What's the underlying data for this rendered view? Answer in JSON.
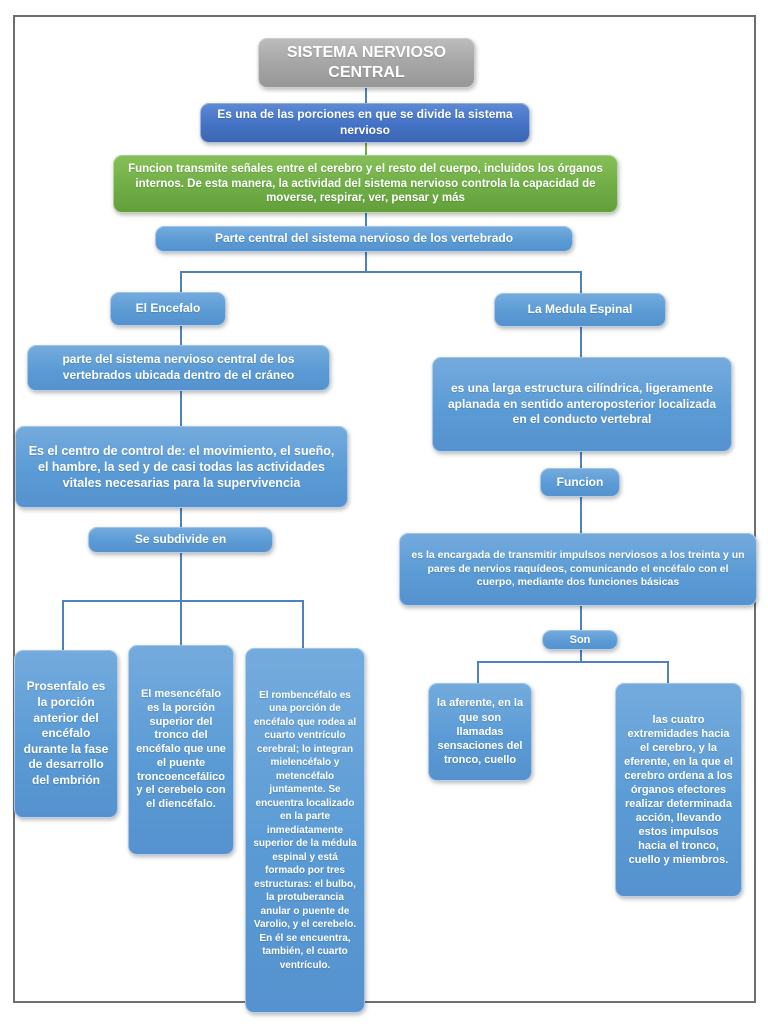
{
  "document": {
    "type": "concept-map",
    "language": "es",
    "topic": "Sistema Nervioso Central"
  },
  "colors": {
    "gray_box": "#a8a8a8",
    "navy_box": "#4472c4",
    "green_box": "#70ad47",
    "blue_box": "#5b9bd5",
    "connector_blue": "#4f81bd",
    "connector_green": "#70ad47",
    "page_border": "#6e6e6e",
    "text": "#ffffff"
  },
  "nodes": {
    "title": "SISTEMA NERVIOSO CENTRAL",
    "intro": "Es una de las porciones en que se divide la sistema nervioso",
    "funcion_main": "Funcion transmite señales entre el cerebro y el resto del cuerpo, incluidos los órganos internos. De esta manera, la actividad del sistema nervioso controla la capacidad de moverse, respirar, ver, pensar y más",
    "parte_central": "Parte central del sistema nervioso de los vertebrado",
    "encefalo": "El Encefalo",
    "medula": "La Medula Espinal",
    "encefalo_desc": "parte del sistema nervioso central de los vertebrados ubicada dentro de el cráneo",
    "medula_desc": "es una larga estructura cilíndrica, ligeramente aplanada en sentido anteroposterior localizada en el conducto vertebral",
    "centro_control": "Es el centro de control de: el movimiento, el sueño, el hambre, la sed y de casi todas las actividades vitales necesarias para la supervivencia",
    "funcion_sub": "Funcion",
    "subdivide": "Se subdivide en",
    "encargada": "es la encargada de transmitir impulsos nerviosos a los treinta y un pares de nervios raquídeos, comunicando el encéfalo con el cuerpo, mediante dos funciones básicas",
    "son": "Son",
    "prosenfalo": "Prosenfalo es la porción anterior del encéfalo durante la fase de desarrollo del embrión",
    "mesencefalo": "El mesencéfalo es la porción superior del tronco del encéfalo que une el puente troncoencefálico y el cerebelo con el diencéfalo.",
    "rombencefalo": "El rombencéfalo es una porción de encéfalo que rodea al cuarto ventrículo cerebral; lo integran mielencéfalo y metencéfalo juntamente. Se encuentra localizado en la parte inmediatamente superior de la médula espinal y está formado por tres estructuras: el bulbo, la protuberancia anular o puente de Varolio, y el cerebelo. En él se encuentra, también, el cuarto ventrículo.",
    "aferente": "la aferente, en la que son llamadas sensaciones del tronco, cuello",
    "eferente": "las cuatro extremidades hacia el cerebro, y la eferente, en la que el cerebro ordena a los órganos efectores realizar determinada acción, llevando estos impulsos hacia el tronco, cuello y miembros."
  }
}
